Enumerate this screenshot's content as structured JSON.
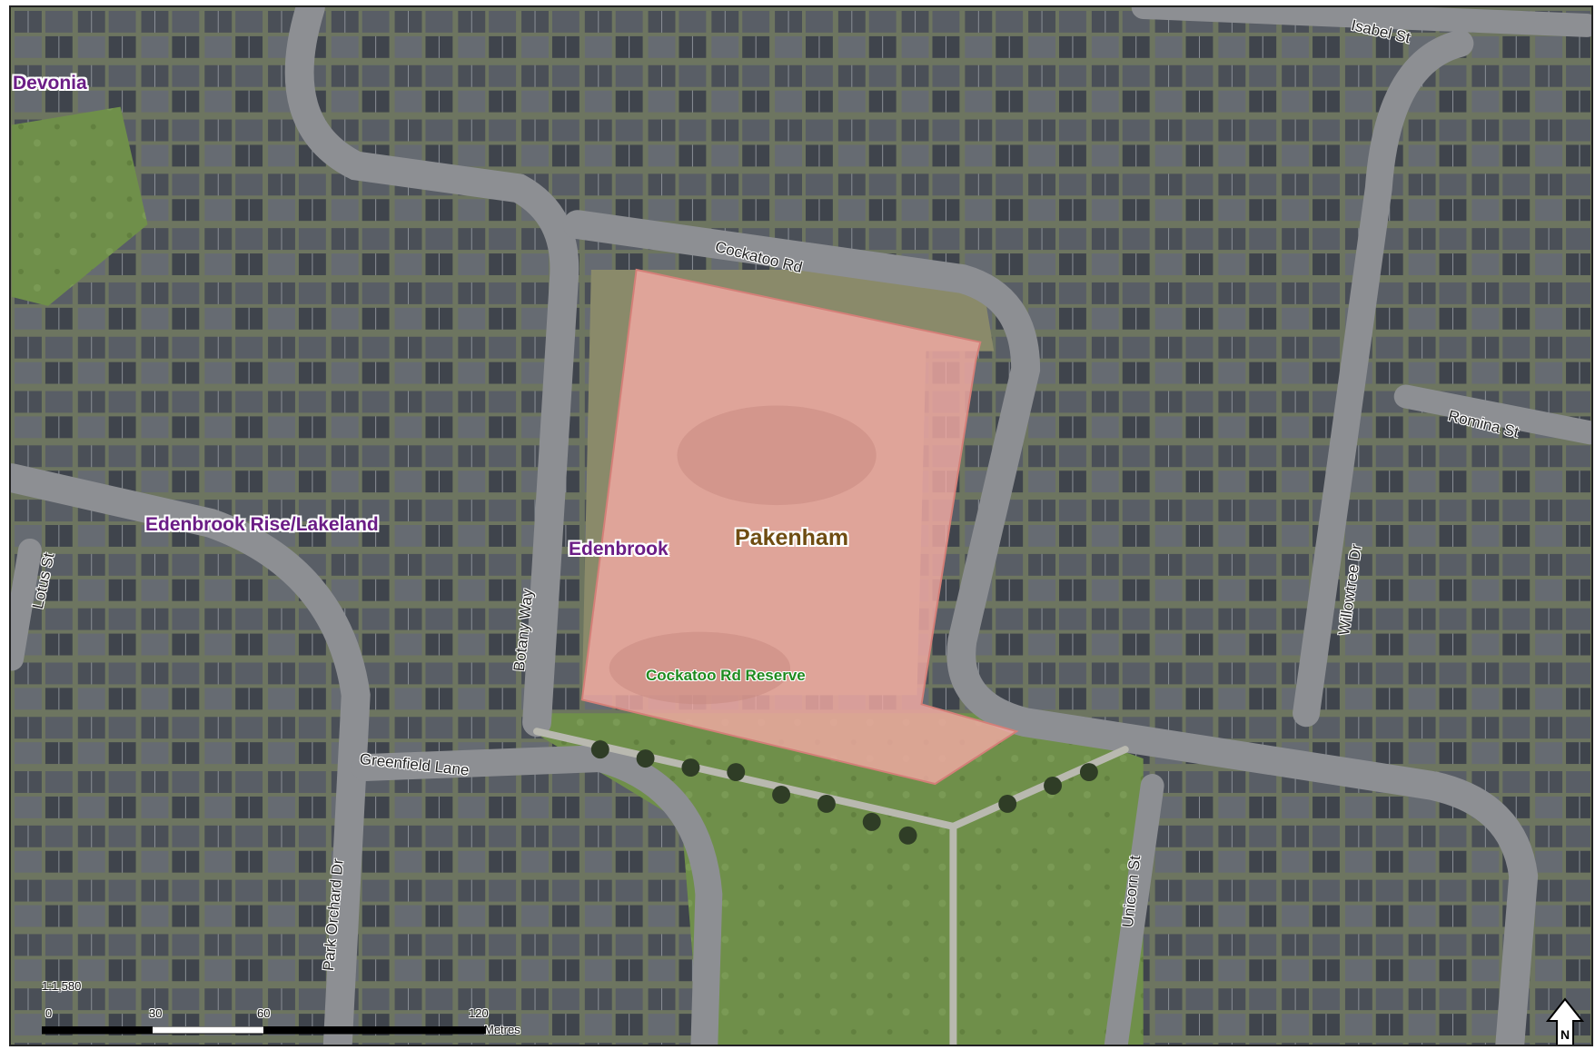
{
  "map": {
    "labels": {
      "devonia": "Devonia",
      "edenbrook_rise": "Edenbrook Rise/Lakeland",
      "edenbrook": "Edenbrook",
      "pakenham": "Pakenham",
      "reserve": "Cockatoo Rd Reserve"
    },
    "streets": {
      "isabel": "Isabel St",
      "cockatoo": "Cockatoo Rd",
      "romina": "Romina St",
      "lotus": "Lotus St",
      "botany": "Botany Way",
      "willowtree": "Willowtree Dr",
      "greenfield": "Greenfield Lane",
      "park_orchard": "Park Orchard Dr",
      "unicorn": "Unicorn St"
    },
    "highlight_color": "#f2a9a4",
    "north_label": "N"
  },
  "scale": {
    "ratio": "1:1,580",
    "ticks": [
      "0",
      "30",
      "60",
      "120"
    ],
    "unit": "Metres"
  }
}
